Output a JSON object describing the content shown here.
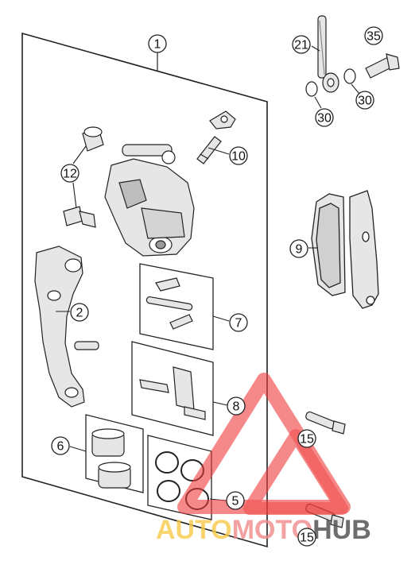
{
  "diagram": {
    "callouts": {
      "c1": "1",
      "c2": "2",
      "c5": "5",
      "c6": "6",
      "c7": "7",
      "c8": "8",
      "c9": "9",
      "c10": "10",
      "c12": "12",
      "c15a": "15",
      "c15b": "15",
      "c21": "21",
      "c30a": "30",
      "c30b": "30",
      "c35": "35"
    }
  },
  "watermark": {
    "auto": "AUTO",
    "moto": "MOTO",
    "hub": "HUB",
    "colors": {
      "auto": "#f7c948",
      "moto": "#f08a8a",
      "hub": "#555555",
      "logo": "#ef3b3b"
    }
  },
  "colors": {
    "line": "#222222",
    "part_fill": "#e6e6e6",
    "part_dark": "#9a9a9a"
  }
}
